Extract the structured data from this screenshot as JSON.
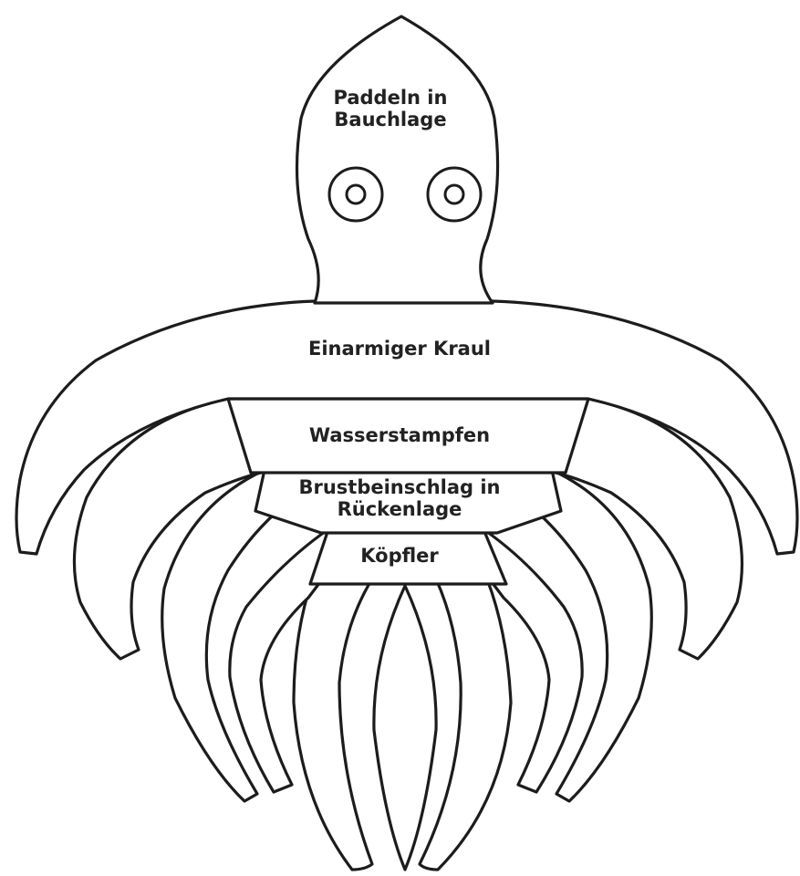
{
  "diagram": {
    "head_label_line1": "Paddeln in",
    "head_label_line2": "Bauchlage",
    "arm_pair_1": "Einarmiger Kraul",
    "arm_pair_2": "Wasserstampfen",
    "arm_pair_3_line1": "Brustbeinschlag in",
    "arm_pair_3_line2": "Rückenlage",
    "arm_pair_4": "Köpfler"
  },
  "colors": {
    "outline": "#1c1c1c",
    "fill": "#ffffff",
    "text": "#222222"
  }
}
